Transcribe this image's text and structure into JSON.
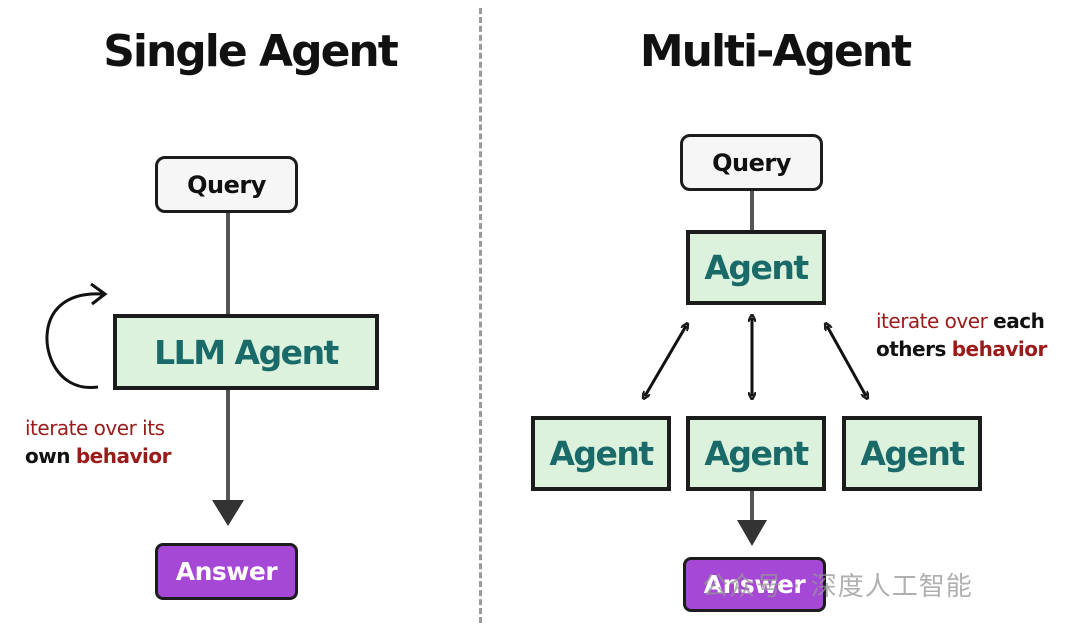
{
  "single": {
    "title": "Single Agent",
    "query": "Query",
    "agent": "LLM Agent",
    "answer": "Answer",
    "note": {
      "line1": "iterate over its",
      "line2_a": "own",
      "line2_b": "behavior"
    }
  },
  "multi": {
    "title": "Multi-Agent",
    "query": "Query",
    "agent_top": "Agent",
    "agent_left": "Agent",
    "agent_mid": "Agent",
    "agent_right": "Agent",
    "answer": "Answer",
    "note": {
      "line1_a": "iterate over",
      "line1_b": "each",
      "line2_a": "others",
      "line2_b": "behavior"
    }
  },
  "watermark": "公众号 · 深度人工智能",
  "colors": {
    "agent_fill": "#dcf2dc",
    "agent_text": "#1a6a6a",
    "answer_fill": "#a548d6",
    "note_red": "#9b1b1b"
  }
}
